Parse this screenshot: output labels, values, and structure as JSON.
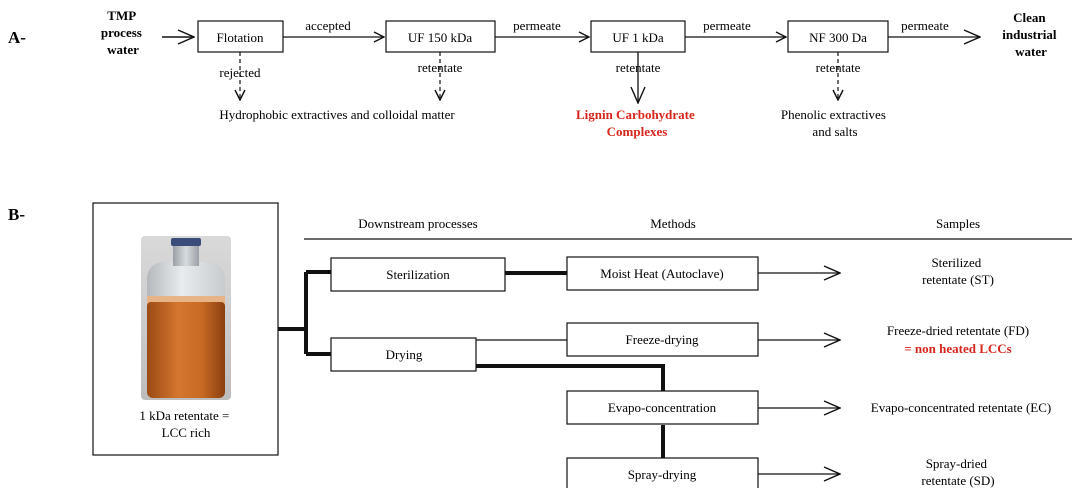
{
  "panel_a": {
    "label": "A-",
    "input_lines": [
      "TMP",
      "process",
      "water"
    ],
    "output_lines": [
      "Clean",
      "industrial",
      "water"
    ],
    "steps": [
      "Flotation",
      "UF 150 kDa",
      "UF 1 kDa",
      "NF 300 Da"
    ],
    "edges": [
      "accepted",
      "permeate",
      "permeate",
      "permeate"
    ],
    "rejects": [
      "rejected",
      "retentate",
      "retentate",
      "retentate"
    ],
    "products": [
      [
        "Hydrophobic extractives and colloidal matter"
      ],
      [
        "Lignin Carbohydrate",
        "Complexes"
      ],
      [
        "Phenolic extractives",
        "and salts"
      ]
    ]
  },
  "panel_b": {
    "label": "B-",
    "photo_caption": [
      "1 kDa retentate =",
      "LCC rich"
    ],
    "headers": [
      "Downstream processes",
      "Methods",
      "Samples"
    ],
    "processes": [
      "Sterilization",
      "Drying"
    ],
    "methods": [
      "Moist Heat (Autoclave)",
      "Freeze-drying",
      "Evapo-concentration",
      "Spray-drying"
    ],
    "samples": [
      [
        "Sterilized",
        "retentate (ST)"
      ],
      [
        "Freeze-dried retentate (FD)"
      ],
      [
        "Evapo-concentrated retentate (EC)"
      ],
      [
        "Spray-dried",
        "retentate (SD)"
      ]
    ],
    "highlight": "= non heated LCCs"
  },
  "colors": {
    "highlight": "#d9261c",
    "line": "#111111"
  }
}
